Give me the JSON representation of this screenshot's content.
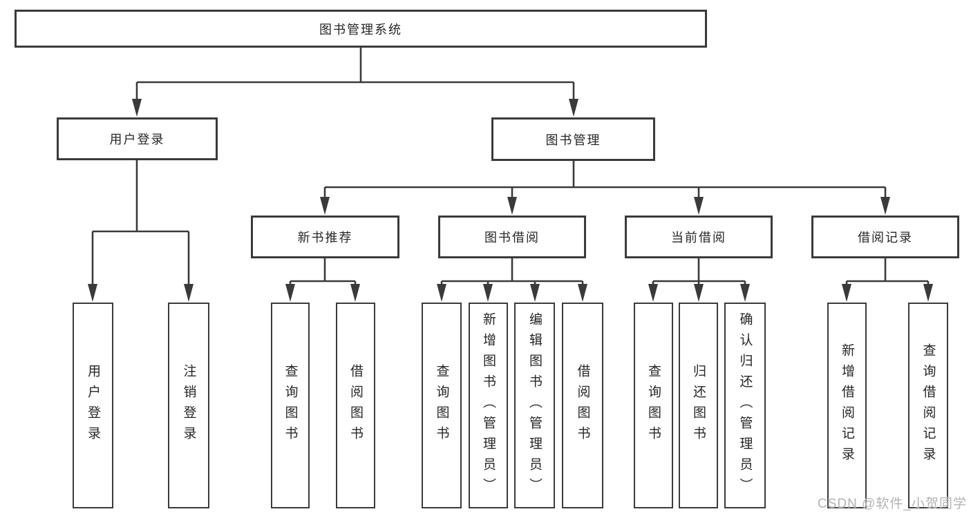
{
  "diagram_type": "hierarchy-tree",
  "tree": {
    "root": {
      "label": "图书管理系统",
      "children": [
        {
          "label": "用户登录",
          "children": [
            {
              "label": "用户登录"
            },
            {
              "label": "注销登录"
            }
          ]
        },
        {
          "label": "图书管理",
          "children": [
            {
              "label": "新书推荐",
              "children": [
                {
                  "label": "查询图书"
                },
                {
                  "label": "借阅图书"
                }
              ]
            },
            {
              "label": "图书借阅",
              "children": [
                {
                  "label": "查询图书"
                },
                {
                  "label": "新增图书（管理员）"
                },
                {
                  "label": "编辑图书（管理员）"
                },
                {
                  "label": "借阅图书"
                }
              ]
            },
            {
              "label": "当前借阅",
              "children": [
                {
                  "label": "查询图书"
                },
                {
                  "label": "归还图书"
                },
                {
                  "label": "确认归还（管理员）"
                }
              ]
            },
            {
              "label": "借阅记录",
              "children": [
                {
                  "label": "新增借阅记录"
                },
                {
                  "label": "查询借阅记录"
                }
              ]
            }
          ]
        }
      ]
    }
  },
  "watermark": "CSDN @软件_小贺同学",
  "colors": {
    "line": "#3a3a3a",
    "text": "#262626",
    "background": "#ffffff",
    "watermark": "#b3b3b3"
  }
}
